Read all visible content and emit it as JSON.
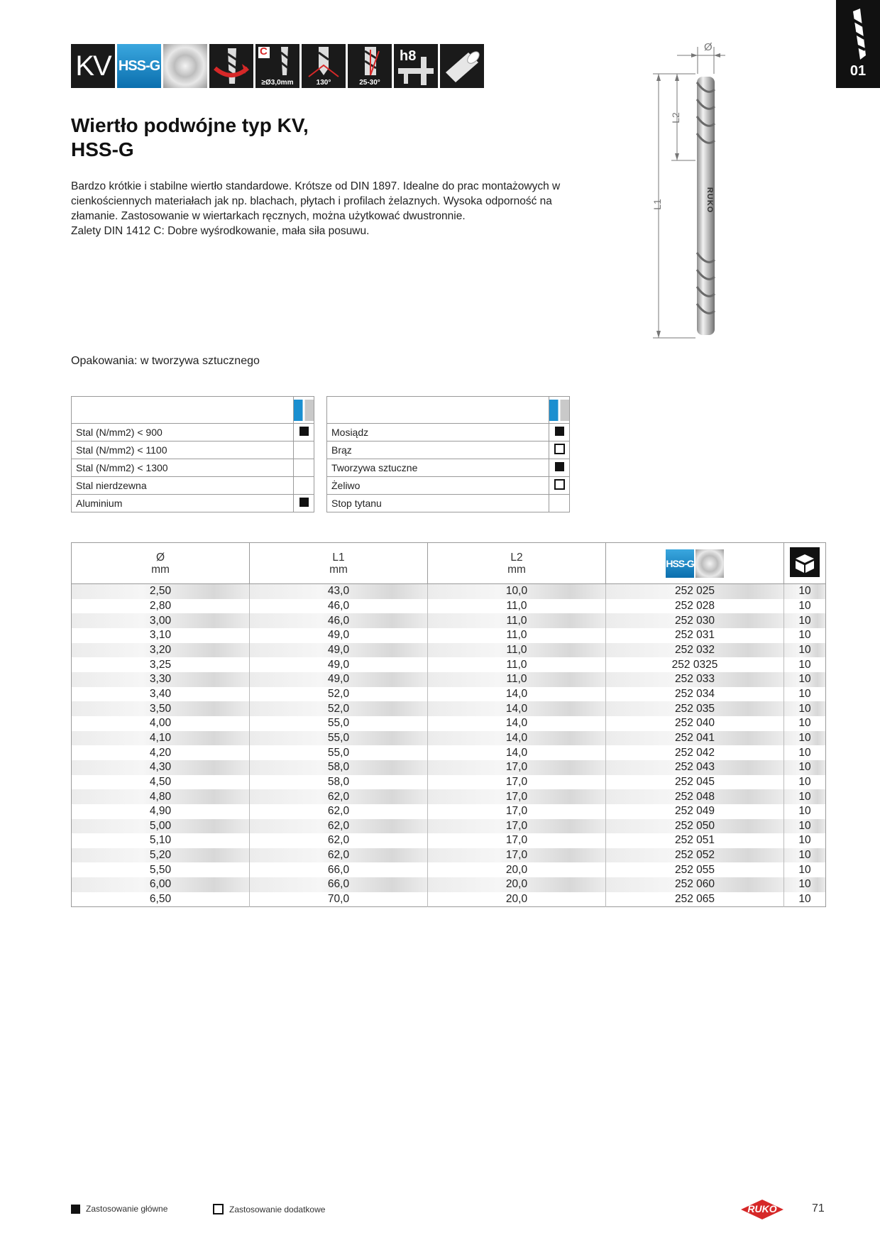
{
  "chapter_tab": {
    "number": "01"
  },
  "icons": {
    "type_label": "KV",
    "material_label": "HSS-G",
    "cutting_min_diameter": "≥Ø3,0mm",
    "point_angle": "130°",
    "helix_angle": "25-30°",
    "tolerance": "h8",
    "cutting_type_letter": "C"
  },
  "drill_diagram": {
    "diameter_label": "Ø",
    "l1_label": "L1",
    "l2_label": "L2",
    "brand_label": "RUKO"
  },
  "title": {
    "line1": "Wiertło podwójne typ KV,",
    "line2": "HSS-G"
  },
  "description": [
    "Bardzo krótkie i stabilne wiertło standardowe. Krótsze od DIN 1897. Idealne do prac montażowych w cienkościennych materiałach jak np. blachach, płytach i profilach żelaznych. Wysoka odporność na złamanie. Zastosowanie w wiertarkach ręcznych, można użytkować dwustronnie.",
    "Zalety DIN 1412 C: Dobre wyśrodkowanie, mała siła posuwu."
  ],
  "packaging": "Opakowania: w tworzywa sztucznego",
  "materials_left": [
    {
      "name": "Stal (N/mm2) < 900",
      "mark": "full"
    },
    {
      "name": "Stal (N/mm2) < 1100",
      "mark": ""
    },
    {
      "name": "Stal (N/mm2) < 1300",
      "mark": ""
    },
    {
      "name": "Stal nierdzewna",
      "mark": ""
    },
    {
      "name": "Aluminium",
      "mark": "full"
    }
  ],
  "materials_right": [
    {
      "name": "Mosiądz",
      "mark": "full"
    },
    {
      "name": "Brąz",
      "mark": "empty"
    },
    {
      "name": "Tworzywa sztuczne",
      "mark": "full"
    },
    {
      "name": "Żeliwo",
      "mark": "empty"
    },
    {
      "name": "Stop tytanu",
      "mark": ""
    }
  ],
  "table": {
    "headers": [
      {
        "symbol": "Ø",
        "unit": "mm"
      },
      {
        "symbol": "L1",
        "unit": "mm"
      },
      {
        "symbol": "L2",
        "unit": "mm"
      },
      {
        "symbol": "HSS-G",
        "unit": ""
      },
      {
        "symbol": "",
        "unit": ""
      }
    ],
    "rows": [
      [
        "2,50",
        "43,0",
        "10,0",
        "252 025",
        "10"
      ],
      [
        "2,80",
        "46,0",
        "11,0",
        "252 028",
        "10"
      ],
      [
        "3,00",
        "46,0",
        "11,0",
        "252 030",
        "10"
      ],
      [
        "3,10",
        "49,0",
        "11,0",
        "252 031",
        "10"
      ],
      [
        "3,20",
        "49,0",
        "11,0",
        "252 032",
        "10"
      ],
      [
        "3,25",
        "49,0",
        "11,0",
        "252 0325",
        "10"
      ],
      [
        "3,30",
        "49,0",
        "11,0",
        "252 033",
        "10"
      ],
      [
        "3,40",
        "52,0",
        "14,0",
        "252 034",
        "10"
      ],
      [
        "3,50",
        "52,0",
        "14,0",
        "252 035",
        "10"
      ],
      [
        "4,00",
        "55,0",
        "14,0",
        "252 040",
        "10"
      ],
      [
        "4,10",
        "55,0",
        "14,0",
        "252 041",
        "10"
      ],
      [
        "4,20",
        "55,0",
        "14,0",
        "252 042",
        "10"
      ],
      [
        "4,30",
        "58,0",
        "17,0",
        "252 043",
        "10"
      ],
      [
        "4,50",
        "58,0",
        "17,0",
        "252 045",
        "10"
      ],
      [
        "4,80",
        "62,0",
        "17,0",
        "252 048",
        "10"
      ],
      [
        "4,90",
        "62,0",
        "17,0",
        "252 049",
        "10"
      ],
      [
        "5,00",
        "62,0",
        "17,0",
        "252 050",
        "10"
      ],
      [
        "5,10",
        "62,0",
        "17,0",
        "252 051",
        "10"
      ],
      [
        "5,20",
        "62,0",
        "17,0",
        "252 052",
        "10"
      ],
      [
        "5,50",
        "66,0",
        "20,0",
        "252 055",
        "10"
      ],
      [
        "6,00",
        "66,0",
        "20,0",
        "252 060",
        "10"
      ],
      [
        "6,50",
        "70,0",
        "20,0",
        "252 065",
        "10"
      ]
    ]
  },
  "footer": {
    "legend_main": "Zastosowanie główne",
    "legend_additional": "Zastosowanie dodatkowe",
    "brand": "RUKO",
    "page_number": "71"
  }
}
